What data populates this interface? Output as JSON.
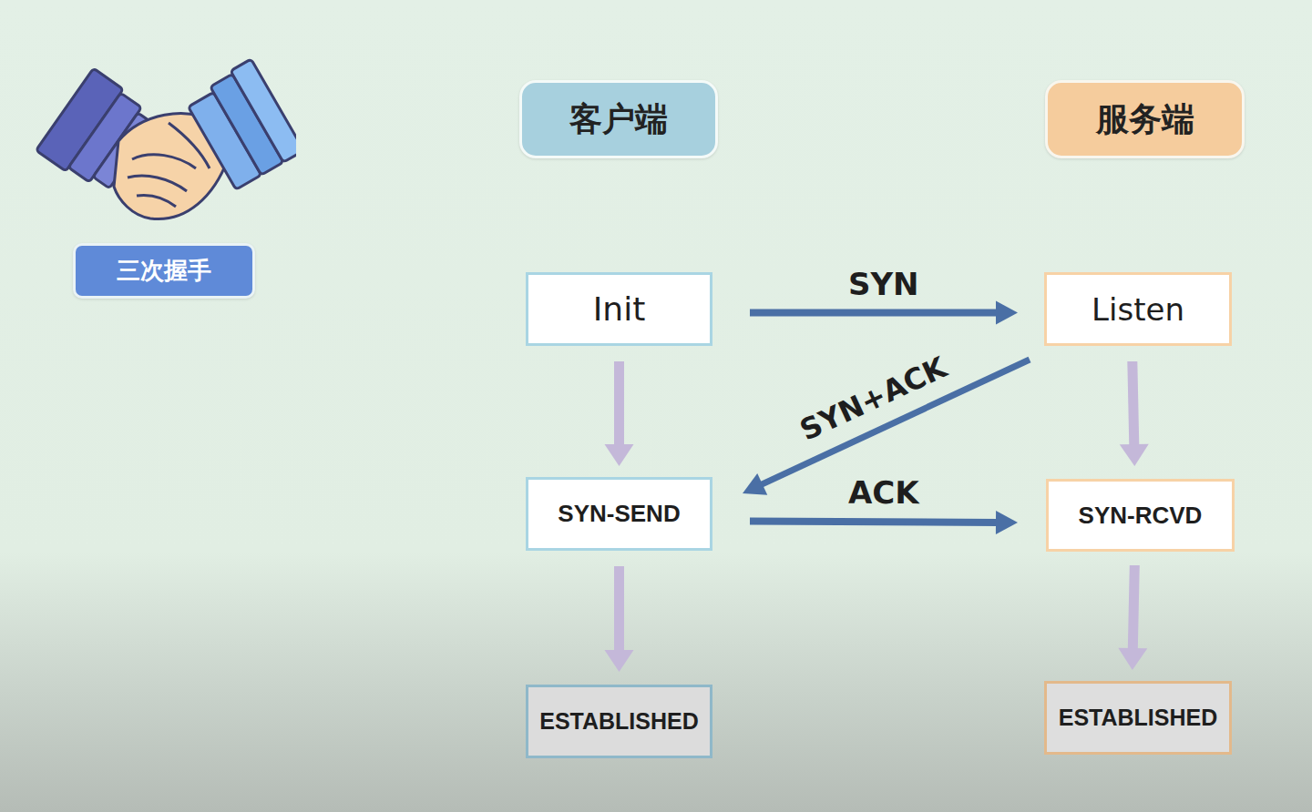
{
  "diagram": {
    "nodes": [
      {
        "text": [
          "三次握手"
        ]
      },
      {
        "text": [
          "客户端"
        ]
      },
      {
        "text": [
          "服务端"
        ]
      },
      {
        "text": [
          "Init"
        ]
      },
      {
        "text": [
          "Listen"
        ]
      },
      {
        "text": [
          "SYN-SEND"
        ]
      },
      {
        "text": [
          "SYN-RCVD"
        ]
      },
      {
        "text": [
          "ESTABLISHED"
        ]
      },
      {
        "text": [
          "ESTABLISHED"
        ]
      }
    ],
    "edges": [
      {
        "from": 3,
        "to": 4,
        "label": "SYN",
        "arrow": "to"
      },
      {
        "from": 4,
        "to": 5,
        "label": "SYN+ACK",
        "arrow": "to"
      },
      {
        "from": 5,
        "to": 6,
        "label": "ACK",
        "arrow": "to"
      },
      {
        "from": 3,
        "to": 5,
        "arrow": "to"
      },
      {
        "from": 4,
        "to": 6,
        "arrow": "to"
      },
      {
        "from": 5,
        "to": 7,
        "arrow": "to"
      },
      {
        "from": 6,
        "to": 8,
        "arrow": "to"
      }
    ]
  }
}
